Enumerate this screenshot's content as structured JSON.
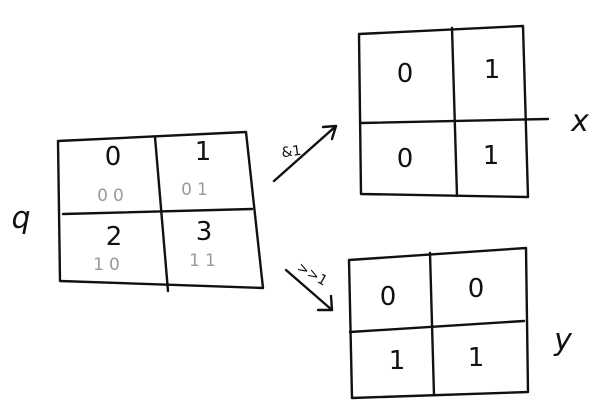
{
  "colors": {
    "ink": "#111111",
    "pencil": "#9a9a9a",
    "background": "#ffffff"
  },
  "source": {
    "label": "q",
    "cells": [
      {
        "value": "0",
        "bits": "00"
      },
      {
        "value": "1",
        "bits": "01"
      },
      {
        "value": "2",
        "bits": "10"
      },
      {
        "value": "3",
        "bits": "11"
      }
    ]
  },
  "edges": {
    "to_x": {
      "label": "&1"
    },
    "to_y": {
      "label": ">>1"
    }
  },
  "target_x": {
    "label": "x",
    "cells": [
      "0",
      "1",
      "0",
      "1"
    ]
  },
  "target_y": {
    "label": "y",
    "cells": [
      "0",
      "0",
      "1",
      "1"
    ]
  }
}
